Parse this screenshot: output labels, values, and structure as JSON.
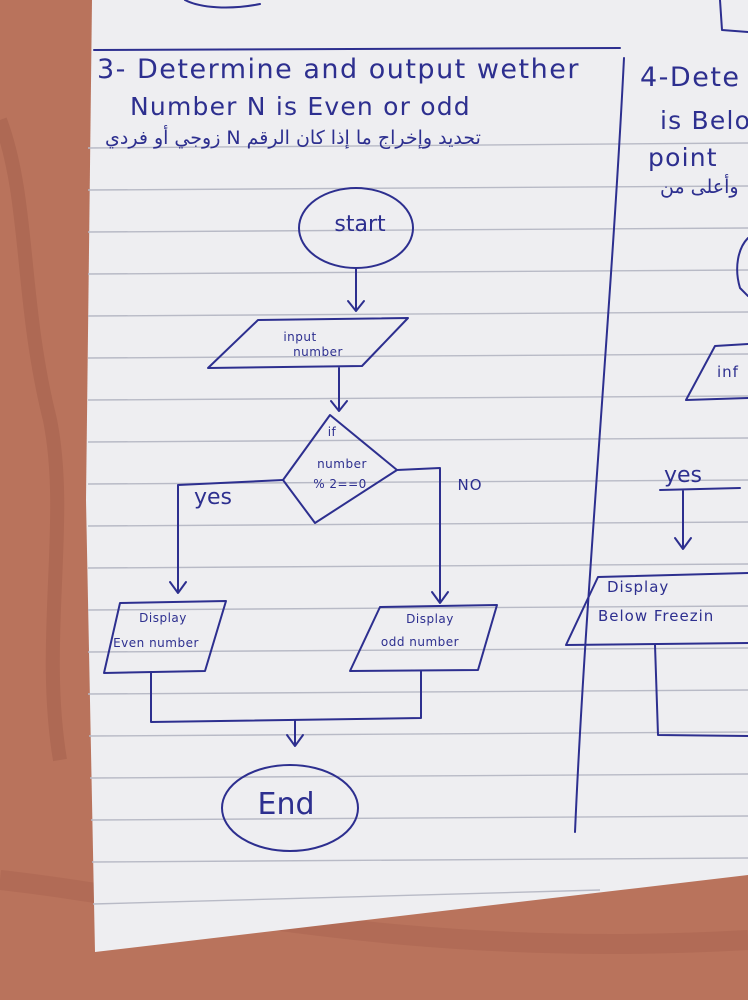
{
  "page": {
    "title_line1": "3- Determine and output wether",
    "title_line2": "Number N is Even or odd",
    "title_arabic": "تحديد وإخراج ما إذا كان الرقم N زوجي أو فردي"
  },
  "flowchart": {
    "start": "start",
    "input_line1": "input",
    "input_line2": "number",
    "decision_line1": "if",
    "decision_line2": "number",
    "decision_line3": "% 2==0",
    "yes_label": "yes",
    "no_label": "NO",
    "even_line1": "Display",
    "even_line2": "Even number",
    "odd_line1": "Display",
    "odd_line2": "odd number",
    "end": "End"
  },
  "next_column": {
    "title_line1": "4-Dete",
    "title_line2": "is Belo",
    "title_line3": "point",
    "title_arabic": "وأعلى من",
    "input": "inf",
    "yes_label": "yes",
    "display_line1": "Display",
    "display_line2": "Below Freezin"
  },
  "colors": {
    "ink": "#2d2f8f",
    "paper": "#eeeef1",
    "rule": "#b8bac6",
    "background": "#b9735c"
  }
}
